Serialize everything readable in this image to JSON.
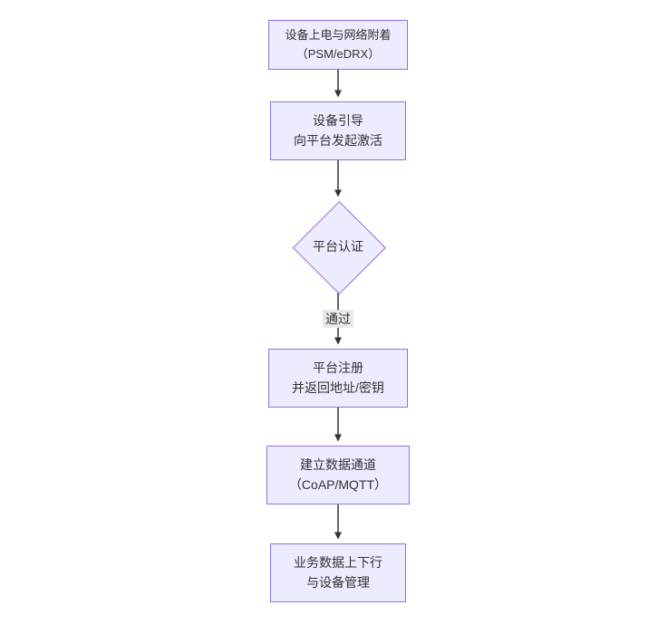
{
  "diagram": {
    "type": "flowchart",
    "direction": "top-down",
    "nodes": [
      {
        "id": "A",
        "shape": "rect",
        "lines": [
          "设备上电与网络附着",
          "（PSM/eDRX）"
        ]
      },
      {
        "id": "B",
        "shape": "rect",
        "lines": [
          "设备引导",
          "向平台发起激活"
        ]
      },
      {
        "id": "C",
        "shape": "diamond",
        "lines": [
          "平台认证"
        ]
      },
      {
        "id": "D",
        "shape": "rect",
        "lines": [
          "平台注册",
          "并返回地址/密钥"
        ]
      },
      {
        "id": "E",
        "shape": "rect",
        "lines": [
          "建立数据通道",
          "（CoAP/MQTT）"
        ]
      },
      {
        "id": "F",
        "shape": "rect",
        "lines": [
          "业务数据上下行",
          "与设备管理"
        ]
      }
    ],
    "edges": [
      {
        "from": "A",
        "to": "B",
        "label": ""
      },
      {
        "from": "B",
        "to": "C",
        "label": ""
      },
      {
        "from": "C",
        "to": "D",
        "label": "通过"
      },
      {
        "from": "D",
        "to": "E",
        "label": ""
      },
      {
        "from": "E",
        "to": "F",
        "label": ""
      }
    ],
    "colors": {
      "node_fill": "#ECECFF",
      "node_border": "#9370DB",
      "text": "#333333",
      "arrow": "#333333",
      "edge_label_bg": "#e8e8e8"
    }
  }
}
